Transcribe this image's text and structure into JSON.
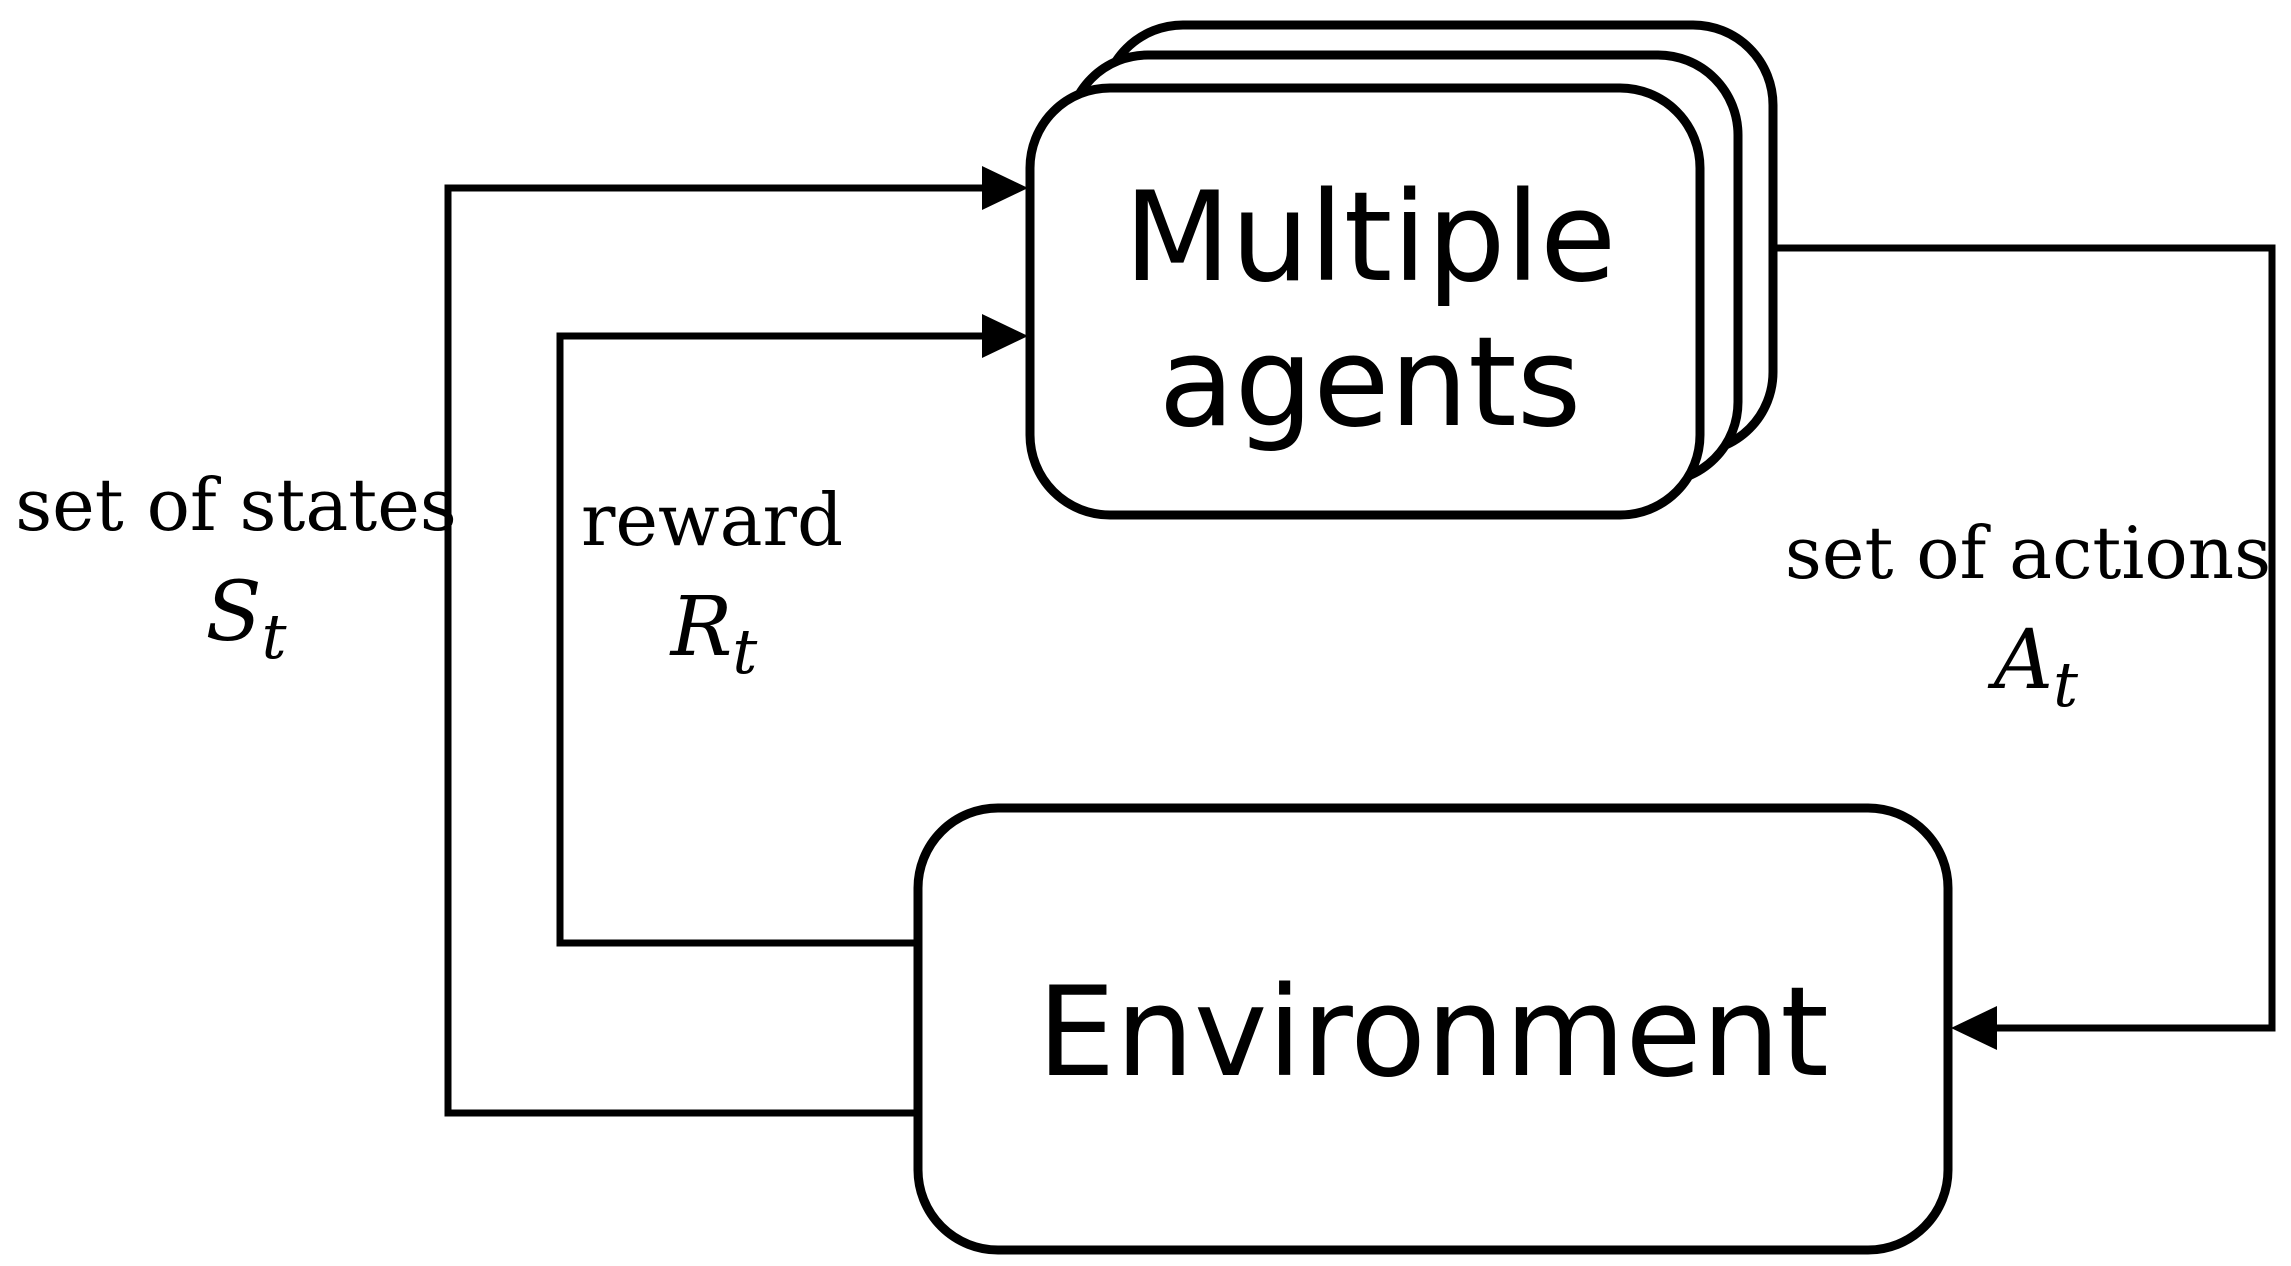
{
  "agents_box": {
    "title_line1": "Multiple",
    "title_line2": "agents"
  },
  "environment_box": {
    "title": "Environment"
  },
  "states_edge": {
    "label": "set of states",
    "symbol": "S",
    "subscript": "t"
  },
  "reward_edge": {
    "label": "reward",
    "symbol": "R",
    "subscript": "t"
  },
  "actions_edge": {
    "label": "set of actions",
    "symbol": "A",
    "subscript": "t"
  }
}
